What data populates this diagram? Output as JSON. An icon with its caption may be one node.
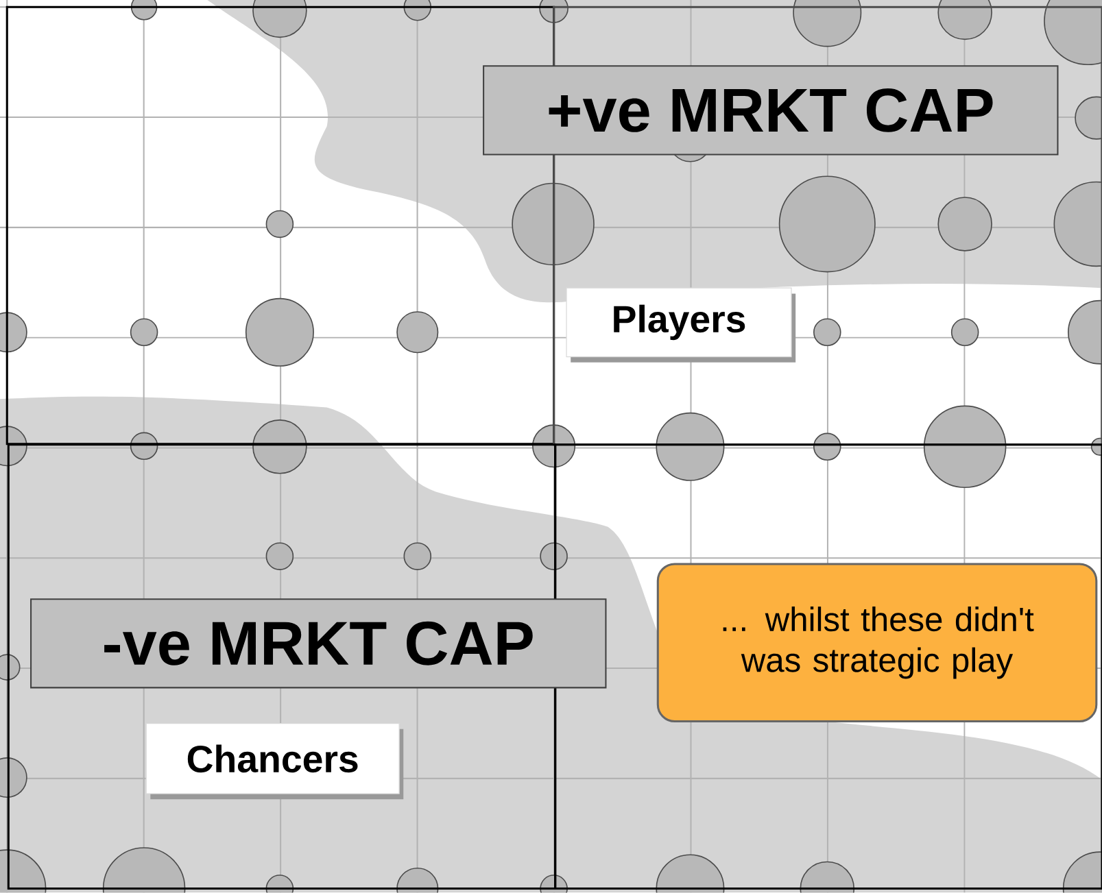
{
  "diagram": {
    "nodes": [
      {
        "text": [
          "+ve MRKT CAP"
        ]
      },
      {
        "text": [
          "Players"
        ]
      },
      {
        "text": [
          "-ve MRKT CAP"
        ]
      },
      {
        "text": [
          "Chancers"
        ]
      },
      {
        "text": [
          "... whilst these didn't was strategic play"
        ]
      }
    ]
  }
}
